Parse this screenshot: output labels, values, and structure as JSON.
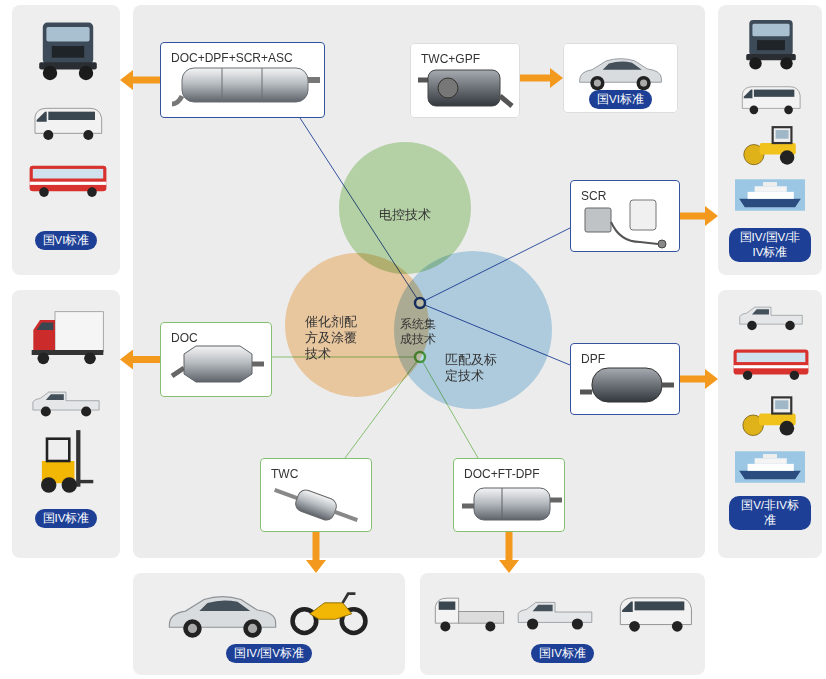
{
  "diagram": {
    "nodes": [
      {
        "text": [
          "国VI标准"
        ]
      },
      {
        "text": [
          "DOC+DPF+SCR+ASC"
        ]
      },
      {
        "text": [
          "TWC+GPF"
        ]
      },
      {
        "text": [
          "国VI标准"
        ]
      },
      {
        "text": [
          "国IV/国V/非IV标准"
        ]
      },
      {
        "text": [
          "电控技术"
        ]
      },
      {
        "text": [
          "SCR"
        ]
      },
      {
        "text": [
          "国IV标准"
        ]
      },
      {
        "text": [
          "DOC"
        ]
      },
      {
        "text": [
          "催化剂配方及涂覆技术"
        ]
      },
      {
        "text": [
          "匹配及标定技术"
        ]
      },
      {
        "text": [
          "DPF"
        ]
      },
      {
        "text": [
          "国V/非IV标准"
        ]
      },
      {
        "text": [
          "TWC"
        ]
      },
      {
        "text": [
          "DOC+FT-DPF"
        ]
      },
      {
        "text": [
          "国IV/国V标准"
        ]
      },
      {
        "text": [
          "国IV标准"
        ]
      }
    ],
    "edges": [
      {
        "from": 1,
        "to": 0,
        "arrow": "to"
      },
      {
        "from": 2,
        "to": 3,
        "arrow": "to"
      },
      {
        "from": 6,
        "to": 4,
        "arrow": "to"
      },
      {
        "from": 8,
        "to": 7,
        "arrow": "to"
      },
      {
        "from": 11,
        "to": 12,
        "arrow": "to"
      },
      {
        "from": 13,
        "to": 15,
        "arrow": "to"
      },
      {
        "from": 14,
        "to": 16,
        "arrow": "to"
      }
    ],
    "labels": [
      "系统集成技术"
    ]
  }
}
